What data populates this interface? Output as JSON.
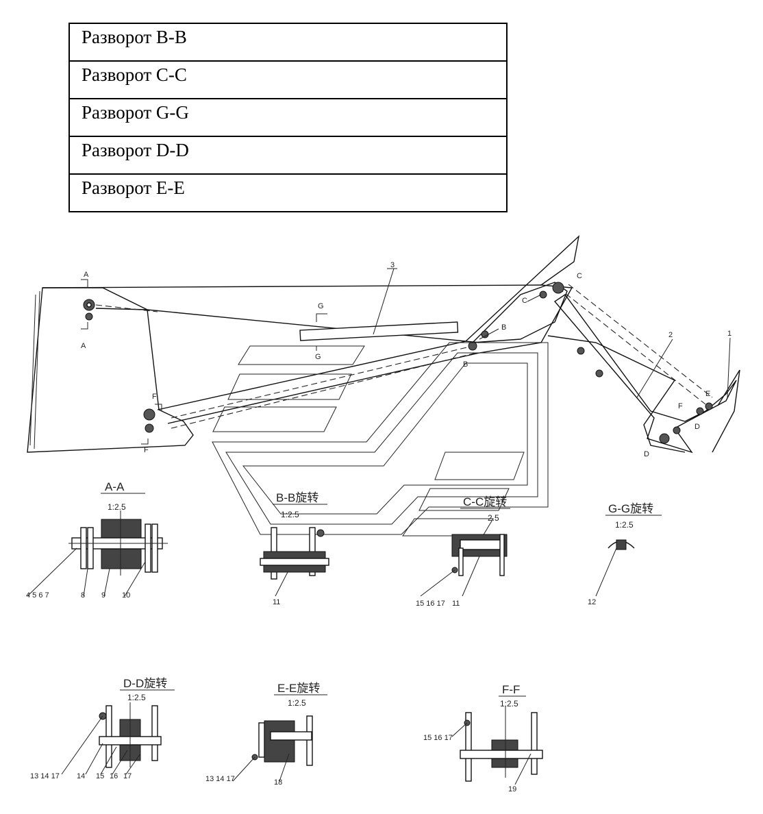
{
  "legend": {
    "rows": [
      "Разворот B-B",
      "Разворот C-C",
      "Разворот G-G",
      "Разворот D-D",
      "Разворот E-E"
    ]
  },
  "drawing": {
    "sections": {
      "aa": {
        "title": "A-A",
        "scale": "1:2.5"
      },
      "bb": {
        "title": "B-B旋转",
        "scale": "1:2.5"
      },
      "cc": {
        "title": "C-C旋转",
        "scale": "2.5"
      },
      "gg": {
        "title": "G-G旋转",
        "scale": "1:2.5"
      },
      "dd": {
        "title": "D-D旋转",
        "scale": "1:2.5"
      },
      "ee": {
        "title": "E-E旋转",
        "scale": "1:2.5"
      },
      "ff": {
        "title": "F-F",
        "scale": "1:2.5"
      }
    },
    "markers": {
      "a": "A",
      "b": "B",
      "c": "C",
      "d": "D",
      "e": "E",
      "f": "F",
      "g": "G"
    },
    "parts": {
      "p1": "1",
      "p2": "2",
      "p3": "3",
      "aa_callouts": "4 5 6 7",
      "p8": "8",
      "p9": "9",
      "p10": "10",
      "p11": "11",
      "p12": "12",
      "cc_callouts": "15 16 17",
      "dd_callouts_a": "13 14 17",
      "dd_callouts_b": "14",
      "p15": "15",
      "p16": "16",
      "p17": "17",
      "ee_callouts": "13 14 17",
      "p18": "18",
      "ff_callouts": "15 16 17",
      "p19": "19"
    }
  }
}
